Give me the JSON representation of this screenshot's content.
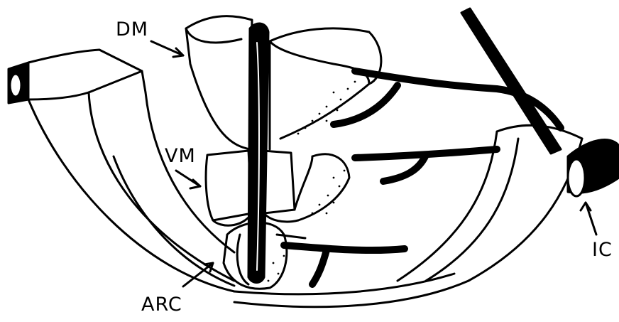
{
  "labels": {
    "dm": "DM",
    "vm": "VM",
    "arc": "ARC",
    "ic": "IC"
  },
  "colors": {
    "ink": "#000000",
    "paper": "#ffffff"
  }
}
